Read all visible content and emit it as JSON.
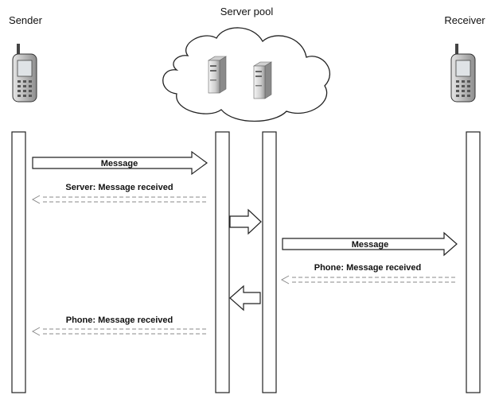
{
  "actors": {
    "sender": "Sender",
    "server_pool": "Server pool",
    "receiver": "Receiver"
  },
  "messages": {
    "m1": "Message",
    "m2": "Server: Message received",
    "m3": "Message",
    "m4": "Phone: Message received",
    "m5": "Phone: Message received"
  },
  "icons": {
    "sender_device": "mobile-phone-icon",
    "receiver_device": "mobile-phone-icon",
    "servers": "server-tower-icon",
    "cloud": "cloud-icon"
  }
}
